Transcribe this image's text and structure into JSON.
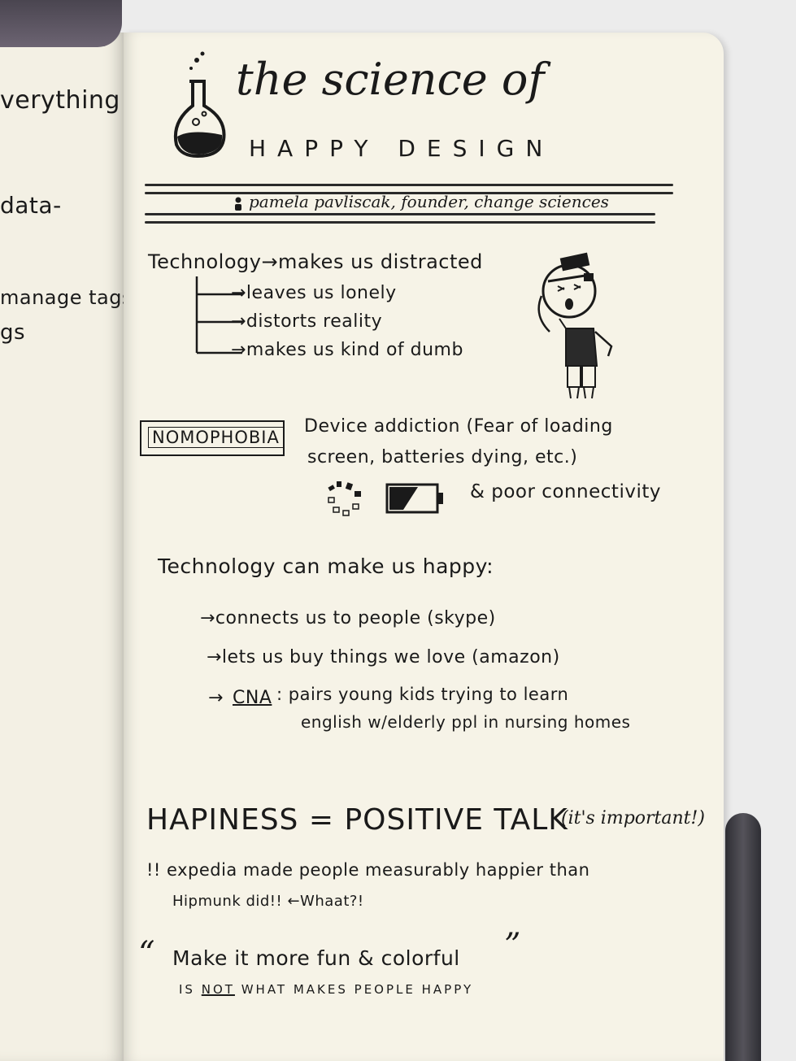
{
  "left_page": {
    "fragments": [
      "verything",
      "data-",
      "manage tags",
      "gs"
    ]
  },
  "title": {
    "line1": "the science of",
    "line2": "HAPPY DESIGN",
    "speaker": "pamela pavliscak, founder, change sciences"
  },
  "distraction": {
    "heading": "Technology→makes us distracted",
    "branches": [
      "→leaves us lonely",
      "→distorts reality",
      "→makes us kind of dumb"
    ]
  },
  "nomophobia": {
    "label": "NOMOPHOBIA",
    "desc_line1": "Device addiction (Fear of loading",
    "desc_line2": "screen, batteries dying, etc.)",
    "connectivity": "& poor connectivity"
  },
  "happy": {
    "heading": "Technology can make us happy:",
    "items": [
      "→connects us to people (skype)",
      "→lets us buy things we love (amazon)"
    ],
    "cna_label": "CNA",
    "cna_line1": ": pairs young kids trying to learn",
    "cna_line2": "english w/elderly ppl in nursing homes"
  },
  "equation": {
    "text": "HAPINESS = POSITIVE TALK",
    "note": "(it's important!)"
  },
  "expedia": {
    "line1": "!! expedia made people measurably happier than",
    "line2": "Hipmunk did!! ←Whaat?!"
  },
  "quote": {
    "open": "“",
    "text": "Make it more fun & colorful",
    "close": "”",
    "sub_pre": "IS",
    "sub_not": "NOT",
    "sub_post": "WHAT MAKES PEOPLE HAPPY"
  }
}
